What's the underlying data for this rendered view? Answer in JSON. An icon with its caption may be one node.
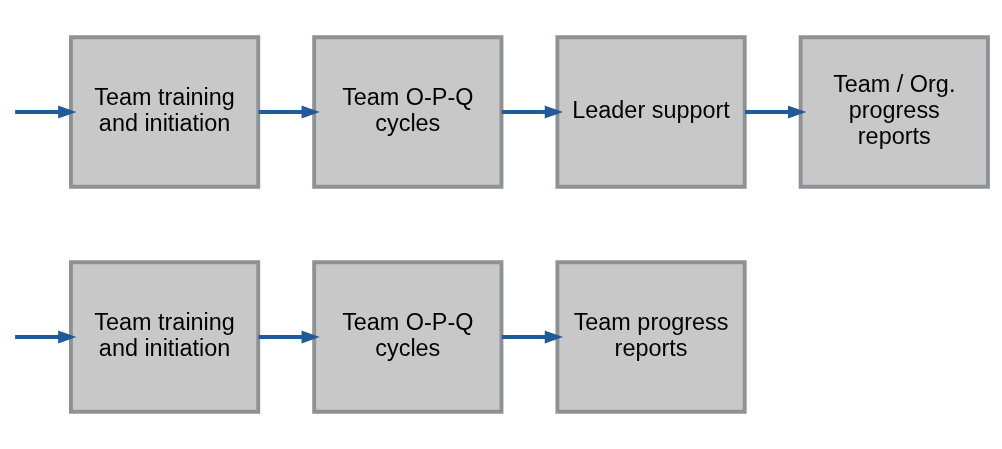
{
  "diagram": {
    "nodes": [
      {
        "text": [
          "Team training and initiation"
        ]
      },
      {
        "text": [
          "Team O-P-Q cycles"
        ]
      },
      {
        "text": [
          "Team progress reports"
        ]
      },
      {
        "text": [
          "Team training and initiation"
        ]
      },
      {
        "text": [
          "Team O-P-Q cycles"
        ]
      },
      {
        "text": [
          "Leader support"
        ]
      },
      {
        "text": [
          "Team / Org. progress reports"
        ]
      }
    ],
    "edges": [
      {
        "from": null,
        "to": 0,
        "arrow": "to"
      },
      {
        "from": 0,
        "to": 1,
        "arrow": "to"
      },
      {
        "from": 1,
        "to": 2,
        "arrow": "to"
      },
      {
        "from": null,
        "to": 3,
        "arrow": "to"
      },
      {
        "from": 3,
        "to": 4,
        "arrow": "to"
      },
      {
        "from": 4,
        "to": 5,
        "arrow": "to"
      },
      {
        "from": 5,
        "to": 6,
        "arrow": "to"
      }
    ]
  }
}
